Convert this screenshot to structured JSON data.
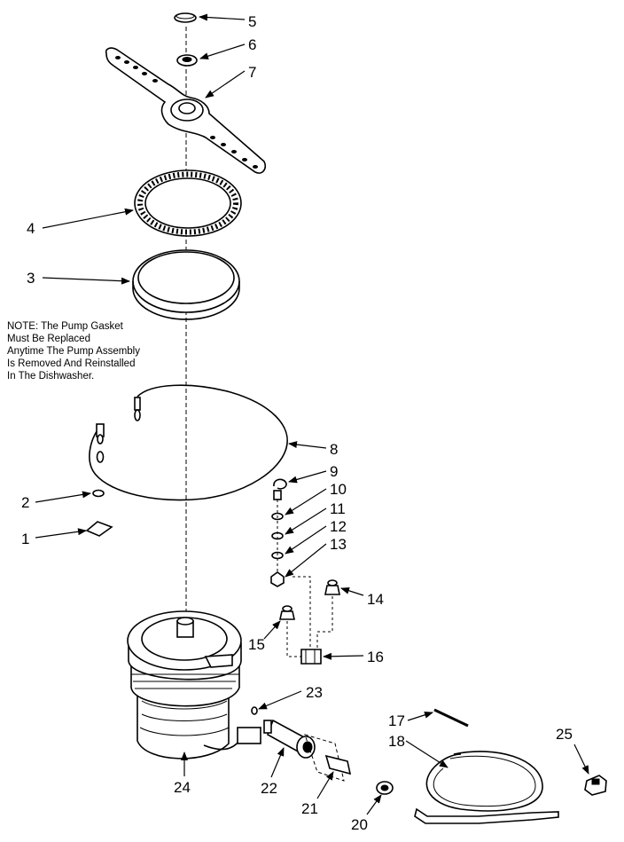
{
  "note": {
    "lines": [
      "NOTE: The Pump Gasket",
      "Must Be Replaced",
      "Anytime The Pump Assembly",
      "Is Removed And Reinstalled",
      "In The Dishwasher."
    ]
  },
  "callouts": {
    "c1": "1",
    "c2": "2",
    "c3": "3",
    "c4": "4",
    "c5": "5",
    "c6": "6",
    "c7": "7",
    "c8": "8",
    "c9": "9",
    "c10": "10",
    "c11": "11",
    "c12": "12",
    "c13": "13",
    "c14": "14",
    "c15": "15",
    "c16": "16",
    "c17": "17",
    "c18": "18",
    "c20": "20",
    "c21": "21",
    "c22": "22",
    "c23": "23",
    "c24": "24",
    "c25": "25"
  }
}
